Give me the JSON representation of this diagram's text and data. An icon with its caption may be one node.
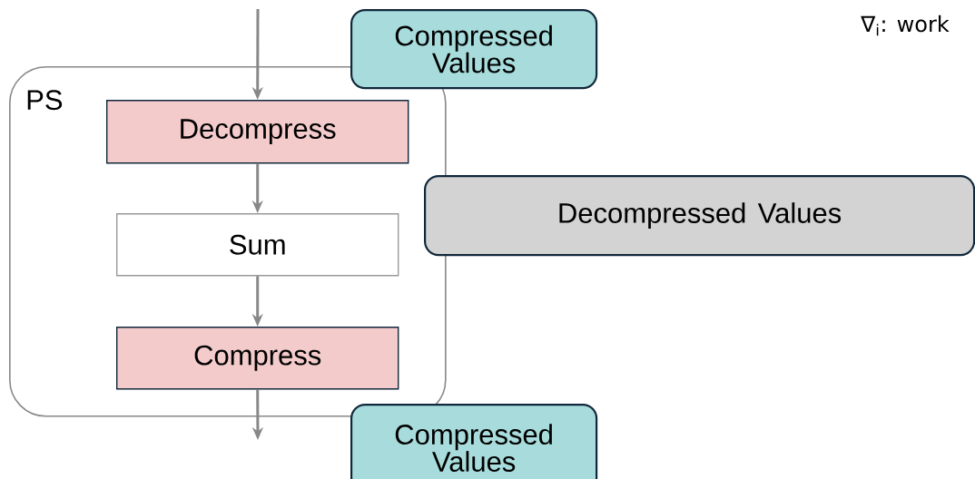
{
  "diagram": {
    "nodes": [
      {
        "text": [
          "PS"
        ]
      },
      {
        "text": [
          "Compressed Values"
        ]
      },
      {
        "text": [
          "Decompress"
        ],
        "in": 0
      },
      {
        "text": [
          "Sum"
        ],
        "in": 0
      },
      {
        "text": [
          "Compress"
        ],
        "in": 0
      },
      {
        "text": [
          "Decompressed Values"
        ]
      },
      {
        "text": [
          "Compressed Values"
        ]
      }
    ],
    "edges": [
      {
        "from": null,
        "to": 2,
        "arrow": "to"
      },
      {
        "from": 2,
        "to": 3,
        "arrow": "to"
      },
      {
        "from": 3,
        "to": 4,
        "arrow": "to"
      },
      {
        "from": 4,
        "to": null,
        "arrow": "to"
      }
    ],
    "labels": [
      "∇$_{i}$: work"
    ]
  }
}
